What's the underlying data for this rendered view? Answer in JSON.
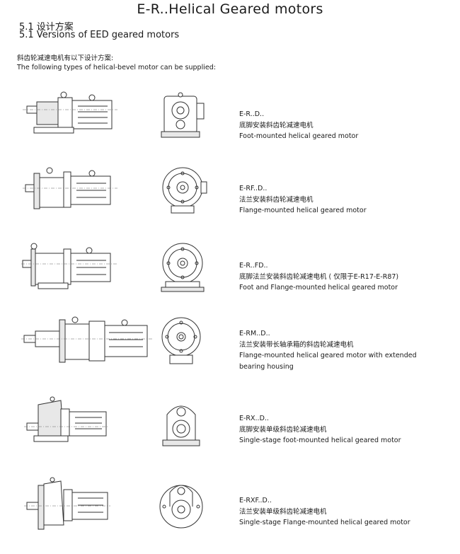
{
  "title": "E-R..Helical Geared motors",
  "heading_cn": "5.1 设计方案",
  "heading_en": "5.1 Versions of EED geared motors",
  "intro_cn": "斜齿轮减速电机有以下设计方案:",
  "intro_en": "The following types of helical-bevel motor can be supplied:",
  "types": [
    {
      "code": "E-R..D..",
      "cn": "底脚安装斜齿轮减速电机",
      "en": "Foot-mounted helical geared motor",
      "en2": ""
    },
    {
      "code": "E-RF..D..",
      "cn": "法兰安装斜齿轮减速电机",
      "en": "Flange-mounted helical geared motor",
      "en2": ""
    },
    {
      "code": "E-R..FD..",
      "cn": "底脚法兰安装斜齿轮减速电机 ( 仅限于E-R17-E-R87)",
      "en": "Foot and Flange-mounted helical geared motor",
      "en2": ""
    },
    {
      "code": "E-RM..D..",
      "cn": "法兰安装带长轴承箱的斜齿轮减速电机",
      "en": "Flange-mounted helical geared motor with extended",
      "en2": "bearing housing"
    },
    {
      "code": "E-RX..D..",
      "cn": "底脚安装单级斜齿轮减速电机",
      "en": "Single-stage foot-mounted helical geared motor",
      "en2": ""
    },
    {
      "code": "E-RXF..D..",
      "cn": "法兰安装单级斜齿轮减速电机",
      "en": "Single-stage Flange-mounted helical geared motor",
      "en2": ""
    }
  ]
}
